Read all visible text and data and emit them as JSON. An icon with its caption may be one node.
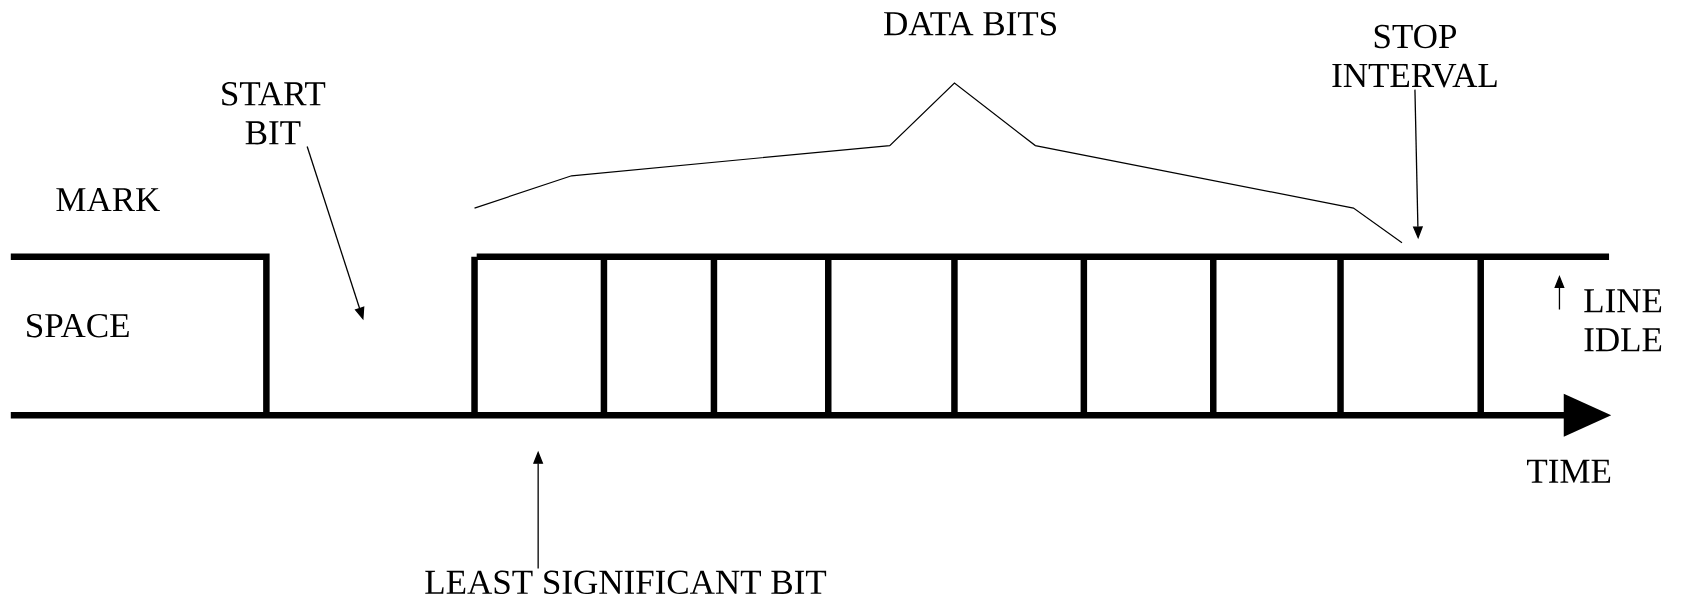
{
  "diagram": {
    "nodes": [
      {
        "text": [
          "START BIT"
        ]
      },
      {
        "text": [
          "STOP INTERVAL"
        ]
      },
      {
        "text": [
          "LEAST SIGNIFICANT BIT"
        ]
      }
    ],
    "edges": [
      {
        "from": 0,
        "to": null,
        "arrow": "to"
      },
      {
        "from": 1,
        "to": null,
        "arrow": "to"
      },
      {
        "from": 2,
        "to": null,
        "arrow": "to"
      }
    ],
    "labels": [
      "DATA BITS",
      "MARK",
      "SPACE",
      "LINE IDLE",
      "TIME"
    ]
  }
}
